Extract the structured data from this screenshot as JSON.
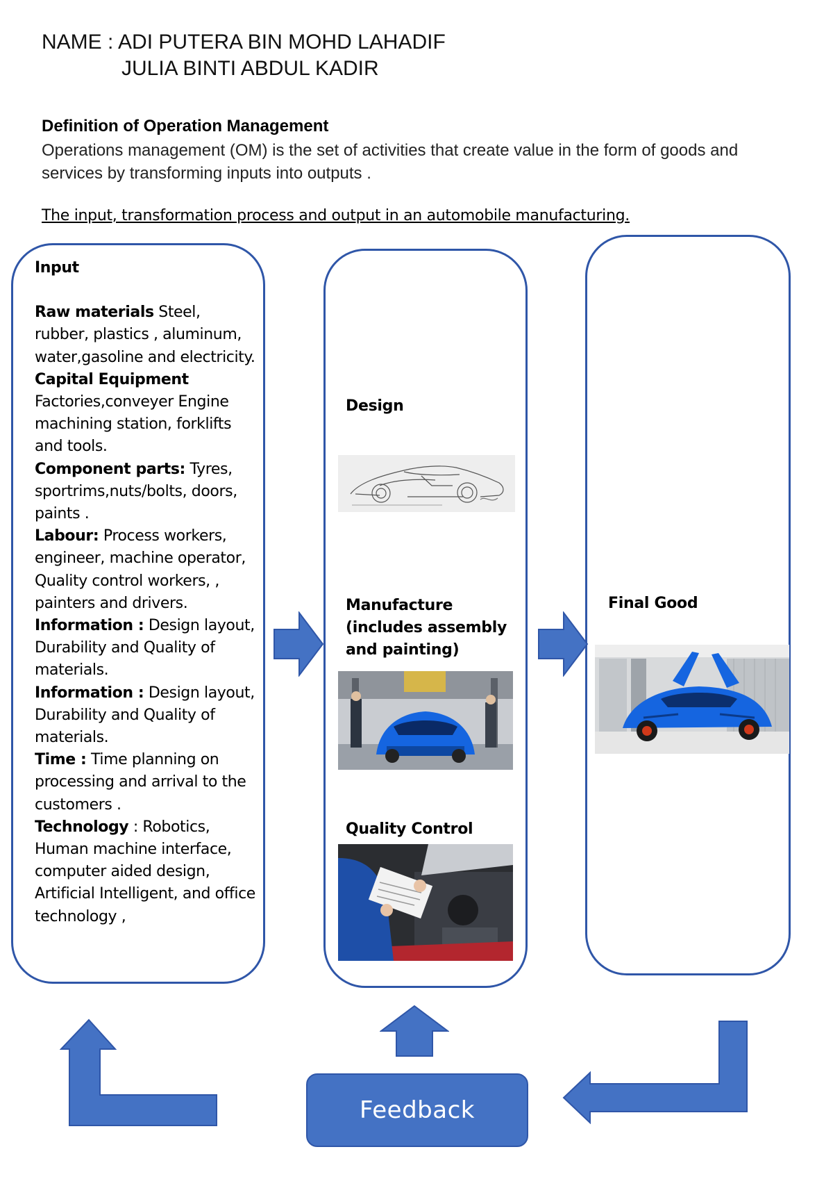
{
  "header": {
    "name_line1": "NAME : ADI PUTERA BIN MOHD LAHADIF",
    "name_line2": "JULIA BINTI ABDUL KADIR"
  },
  "definition": {
    "title": "Definition of Operation Management",
    "text": "Operations management (OM) is the set of activities that create value in the form of goods and services by transforming inputs into outputs ."
  },
  "subtitle": "The input, transformation process and output in an automobile manufacturing.",
  "input_box": {
    "heading": "Input",
    "items": [
      {
        "label": "Raw materials",
        "text": " Steel, rubber, plastics , aluminum, water,gasoline and electricity."
      },
      {
        "label": "Capital Equipment",
        "text": " Factories,conveyer Engine machining station, forklifts and tools."
      },
      {
        "label": "Component parts:",
        "text": " Tyres, sportrims,nuts/bolts, doors, paints ."
      },
      {
        "label": "Labour:",
        "text": " Process workers, engineer, machine operator, Quality control workers, , painters and drivers."
      },
      {
        "label": "Information :",
        "text": " Design layout, Durability and Quality of materials."
      },
      {
        "label": "Information :",
        "text": " Design layout, Durability and Quality of materials."
      },
      {
        "label": "Time :",
        "text": " Time planning on processing and arrival to the customers ."
      },
      {
        "label": "Technology",
        "text": " : Robotics, Human machine interface, computer aided design, Artificial Intelligent, and office technology ,"
      }
    ]
  },
  "process_box": {
    "design_label": "Design",
    "manufacture_label": "Manufacture (includes assembly and painting)",
    "quality_label": "Quality Control"
  },
  "output_box": {
    "label": "Final Good"
  },
  "feedback": {
    "label": "Feedback"
  },
  "colors": {
    "accent": "#4472c4",
    "border": "#2f56a8",
    "car_blue": "#1565e0"
  }
}
